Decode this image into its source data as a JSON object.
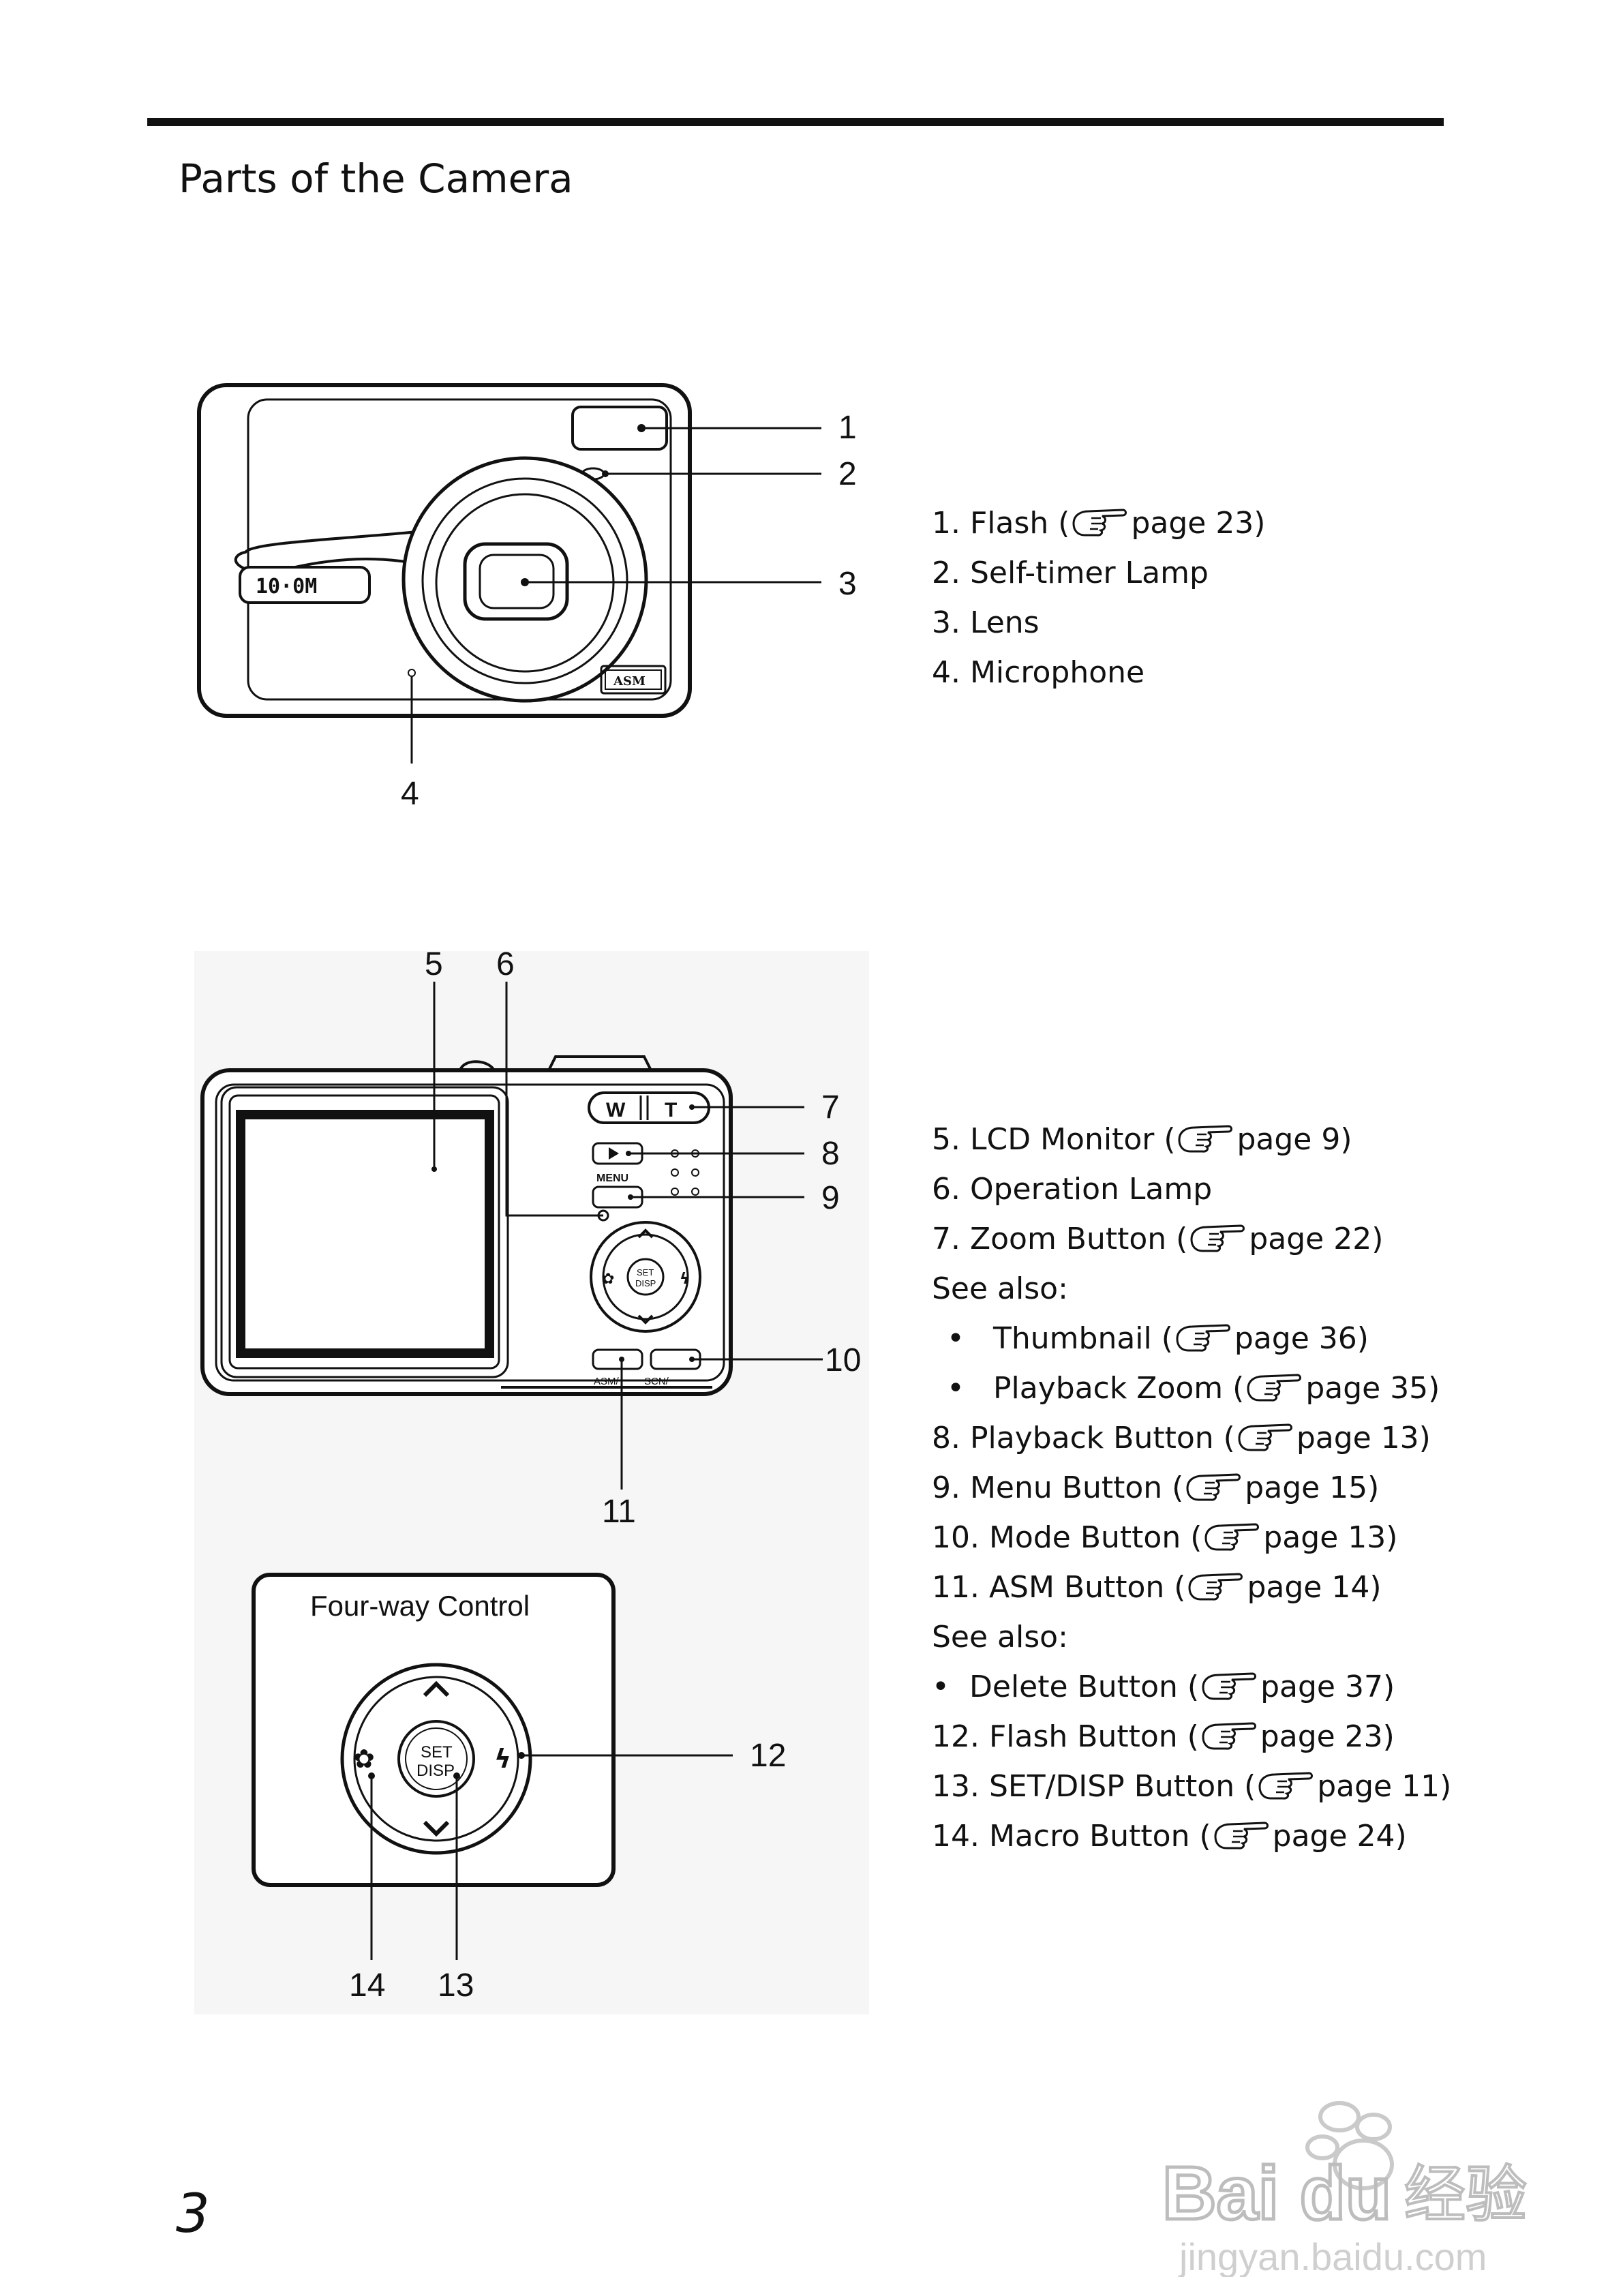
{
  "page": {
    "title": "Parts of the Camera",
    "page_number": "3"
  },
  "front_figure": {
    "brand_badge": "10·0M",
    "asm_badge": "ASM",
    "callouts": [
      "1",
      "2",
      "3",
      "4"
    ]
  },
  "back_figure": {
    "zoom_w": "W",
    "zoom_t": "T",
    "menu_label": "MENU",
    "set_disp_1": "SET",
    "set_disp_2": "DISP",
    "asm_label": "ASM/",
    "scn_label": "SCN/",
    "callouts": [
      "5",
      "6",
      "7",
      "8",
      "9",
      "10",
      "11"
    ]
  },
  "four_way": {
    "title": "Four-way Control",
    "set": "SET",
    "disp": "DISP",
    "callouts": [
      "12",
      "13",
      "14"
    ]
  },
  "front_list": [
    {
      "text": "1. Flash (",
      "ref": "page 23)"
    },
    {
      "text": "2. Self-timer Lamp"
    },
    {
      "text": "3. Lens"
    },
    {
      "text": "4. Microphone"
    }
  ],
  "back_list": [
    {
      "text": "5. LCD Monitor (",
      "ref": "page 9)"
    },
    {
      "text": "6. Operation Lamp"
    },
    {
      "text": "7. Zoom Button (",
      "ref": "page 22)"
    },
    {
      "text": "See also:"
    },
    {
      "text": "Thumbnail (",
      "ref": "page 36)",
      "bullet": "•",
      "indent": "b1"
    },
    {
      "text": "Playback Zoom (",
      "ref": "page 35)",
      "bullet": "•",
      "indent": "b1"
    },
    {
      "text": "8. Playback Button (",
      "ref": "page 13)"
    },
    {
      "text": "9. Menu Button (",
      "ref": "page 15)"
    },
    {
      "text": "10. Mode Button (",
      "ref": "page 13)"
    },
    {
      "text": "11. ASM Button (",
      "ref": "page 14)"
    },
    {
      "text": "See also:"
    },
    {
      "text": "Delete Button (",
      "ref": "page 37)",
      "bullet": "•",
      "indent": "b2"
    },
    {
      "text": "12. Flash Button (",
      "ref": "page 23)"
    },
    {
      "text": "13. SET/DISP Button (",
      "ref": "page 11)"
    },
    {
      "text": "14. Macro Button (",
      "ref": "page 24)"
    }
  ],
  "watermark": {
    "brand": "Bai du",
    "cn": "经验",
    "url": "jingyan.baidu.com"
  }
}
